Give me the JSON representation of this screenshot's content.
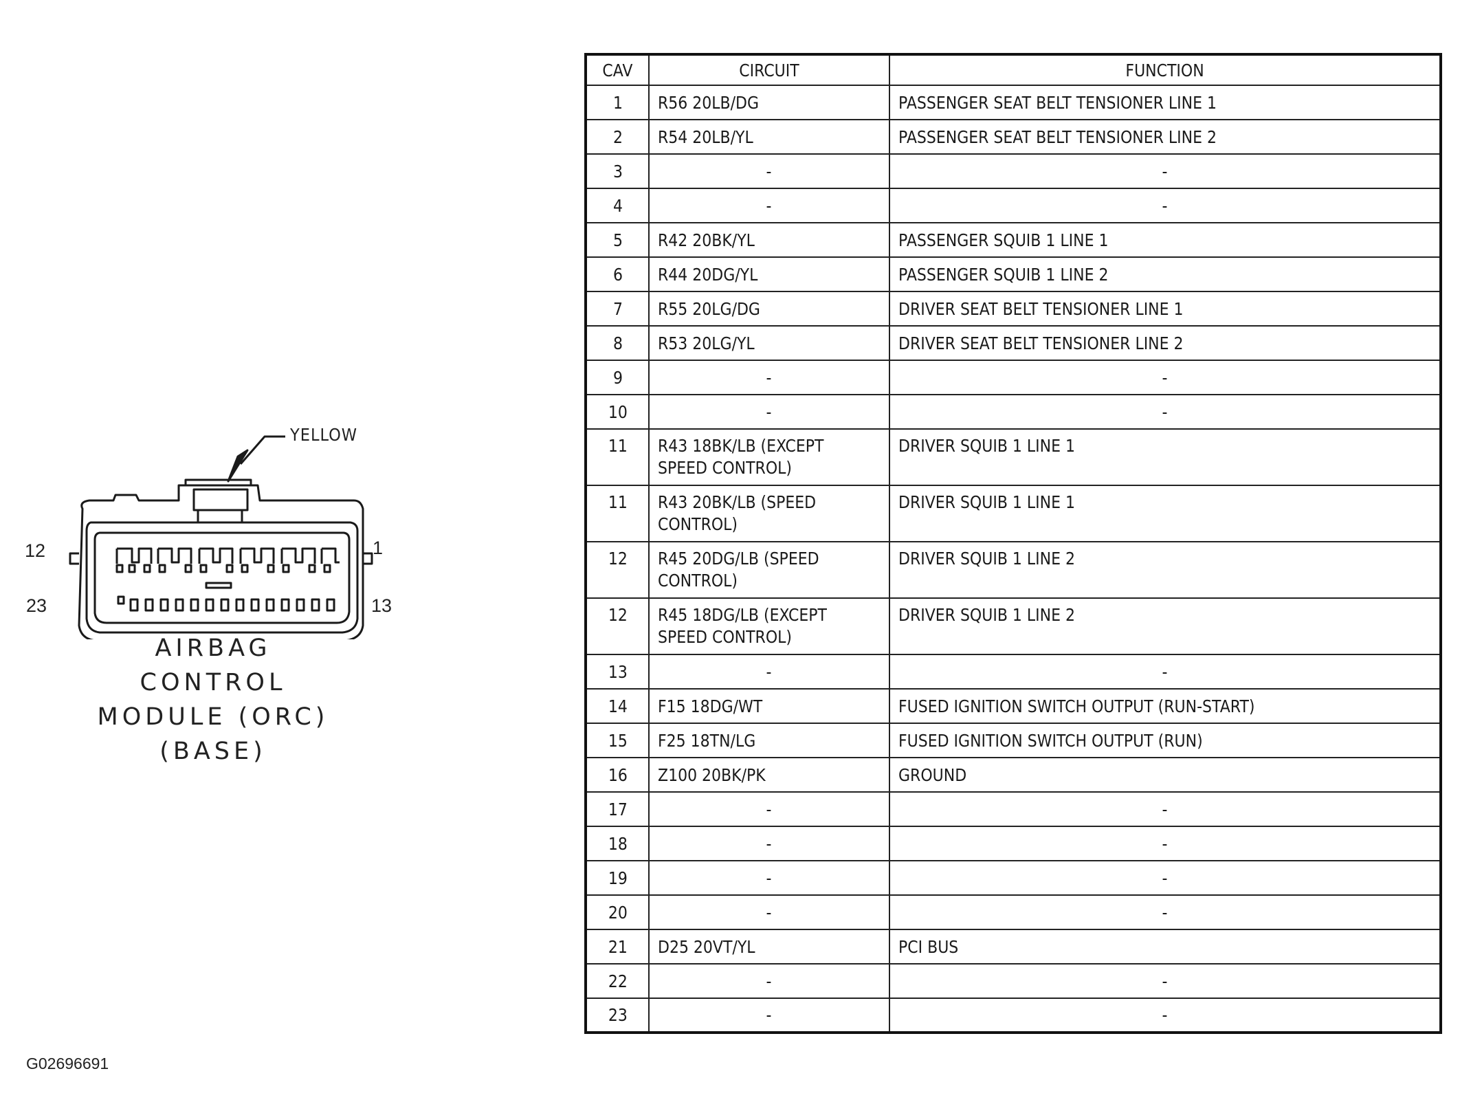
{
  "connector": {
    "callout": "YELLOW",
    "pin_labels": {
      "top_left": "12",
      "top_right": "1",
      "bottom_left": "23",
      "bottom_right": "13"
    },
    "title_lines": [
      "AIRBAG",
      "CONTROL",
      "MODULE (ORC)",
      "(BASE)"
    ]
  },
  "table": {
    "headers": [
      "CAV",
      "CIRCUIT",
      "FUNCTION"
    ],
    "rows": [
      {
        "cav": "1",
        "circuit": "R56 20LB/DG",
        "function": "PASSENGER SEAT BELT TENSIONER LINE 1"
      },
      {
        "cav": "2",
        "circuit": "R54 20LB/YL",
        "function": "PASSENGER SEAT BELT TENSIONER LINE 2"
      },
      {
        "cav": "3",
        "circuit": "-",
        "function": "-"
      },
      {
        "cav": "4",
        "circuit": "-",
        "function": "-"
      },
      {
        "cav": "5",
        "circuit": "R42 20BK/YL",
        "function": "PASSENGER SQUIB 1 LINE 1"
      },
      {
        "cav": "6",
        "circuit": "R44 20DG/YL",
        "function": "PASSENGER SQUIB 1 LINE 2"
      },
      {
        "cav": "7",
        "circuit": "R55 20LG/DG",
        "function": "DRIVER SEAT BELT TENSIONER LINE 1"
      },
      {
        "cav": "8",
        "circuit": "R53 20LG/YL",
        "function": "DRIVER SEAT BELT TENSIONER LINE 2"
      },
      {
        "cav": "9",
        "circuit": "-",
        "function": "-"
      },
      {
        "cav": "10",
        "circuit": "-",
        "function": "-"
      },
      {
        "cav": "11",
        "circuit": "R43 18BK/LB (EXCEPT\nSPEED CONTROL)",
        "function": "DRIVER SQUIB 1 LINE 1"
      },
      {
        "cav": "11",
        "circuit": "R43 20BK/LB (SPEED\nCONTROL)",
        "function": "DRIVER SQUIB 1 LINE 1"
      },
      {
        "cav": "12",
        "circuit": "R45 20DG/LB (SPEED\nCONTROL)",
        "function": "DRIVER SQUIB 1 LINE 2"
      },
      {
        "cav": "12",
        "circuit": "R45 18DG/LB (EXCEPT\nSPEED CONTROL)",
        "function": "DRIVER SQUIB 1 LINE 2"
      },
      {
        "cav": "13",
        "circuit": "-",
        "function": "-"
      },
      {
        "cav": "14",
        "circuit": "F15 18DG/WT",
        "function": "FUSED IGNITION SWITCH OUTPUT (RUN-START)"
      },
      {
        "cav": "15",
        "circuit": "F25 18TN/LG",
        "function": "FUSED IGNITION SWITCH OUTPUT (RUN)"
      },
      {
        "cav": "16",
        "circuit": "Z100 20BK/PK",
        "function": "GROUND"
      },
      {
        "cav": "17",
        "circuit": "-",
        "function": "-"
      },
      {
        "cav": "18",
        "circuit": "-",
        "function": "-"
      },
      {
        "cav": "19",
        "circuit": "-",
        "function": "-"
      },
      {
        "cav": "20",
        "circuit": "-",
        "function": "-"
      },
      {
        "cav": "21",
        "circuit": "D25 20VT/YL",
        "function": "PCI BUS"
      },
      {
        "cav": "22",
        "circuit": "-",
        "function": "-"
      },
      {
        "cav": "23",
        "circuit": "-",
        "function": "-"
      }
    ]
  },
  "figure_id": "G02696691"
}
